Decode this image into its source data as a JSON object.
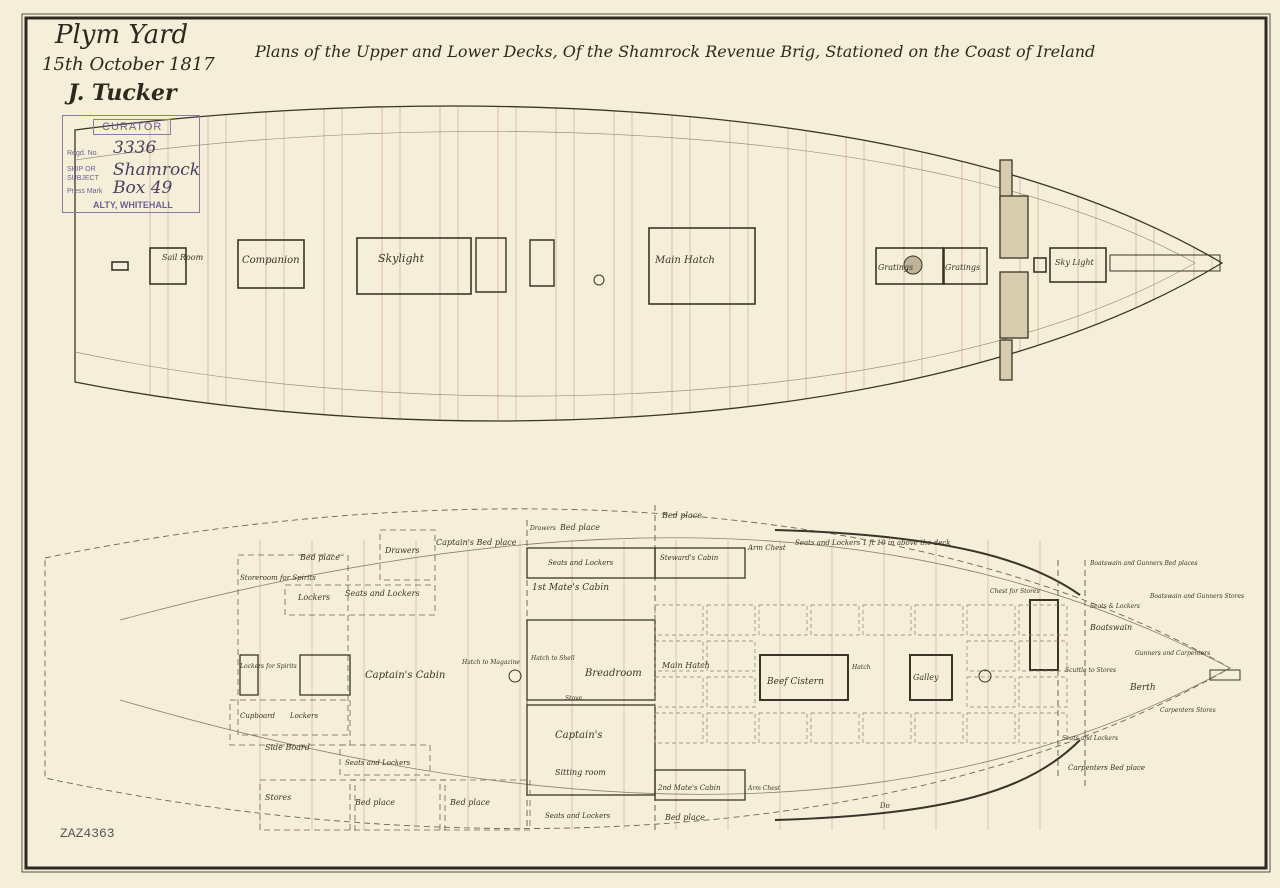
{
  "title": "Plans of the Upper and Lower Decks, Of the Shamrock Revenue Brig, Stationed on the Coast of Ireland",
  "origin": {
    "yard": "Plym Yard",
    "date": "15th October 1817",
    "signature": "J. Tucker"
  },
  "stamp": {
    "header": "CURATOR",
    "regd_no_label": "Regd. No.",
    "regd_no": "3336",
    "ship_label": "SHIP OR",
    "subject_label": "SUBJECT",
    "ship": "Shamrock",
    "press_mark_label": "Press Mark",
    "press_mark": "Box 49",
    "footer": "ALTY, WHITEHALL"
  },
  "reference": "ZAZ4363",
  "upper_deck": {
    "labels": [
      "Sail Room",
      "Companion",
      "Skylight",
      "Main Hatch",
      "Gratings",
      "Gratings",
      "Sky Light"
    ]
  },
  "lower_deck": {
    "labels": [
      "Storeroom for Spirits",
      "Lockers for Spirits",
      "Cupboard",
      "Lockers",
      "Bed place",
      "Drawers",
      "Lockers",
      "Seats and Lockers",
      "Captain's Bed place",
      "Drawers",
      "Bed place",
      "Captain's Cabin",
      "Hatch to Magazine",
      "Side Board",
      "Seats and Lockers",
      "Stores",
      "Bed place",
      "Bed place",
      "Seats and Lockers",
      "1st Mate's Cabin",
      "Hatch to Shell",
      "Breadroom",
      "Stove",
      "Captain's",
      "Sitting room",
      "Seats and Lockers",
      "Bed place",
      "Steward's Cabin",
      "Arm Chest",
      "Main Hatch",
      "2nd Mate's Cabin",
      "Arm Chest",
      "Bed place",
      "Seats and Lockers 1 ft 10 in above the deck",
      "Beef Cistern",
      "Hatch",
      "Galley",
      "Chest for Stores",
      "Boatswain and Gunners Bed places",
      "Seats & Lockers",
      "Boatswain",
      "Gunners and Carpenters",
      "Berth",
      "Scuttle to Stores",
      "Boatswain and Gunners Stores",
      "Carpenters Stores",
      "Seats and Lockers",
      "Carpenters Bed place",
      "Do"
    ]
  }
}
